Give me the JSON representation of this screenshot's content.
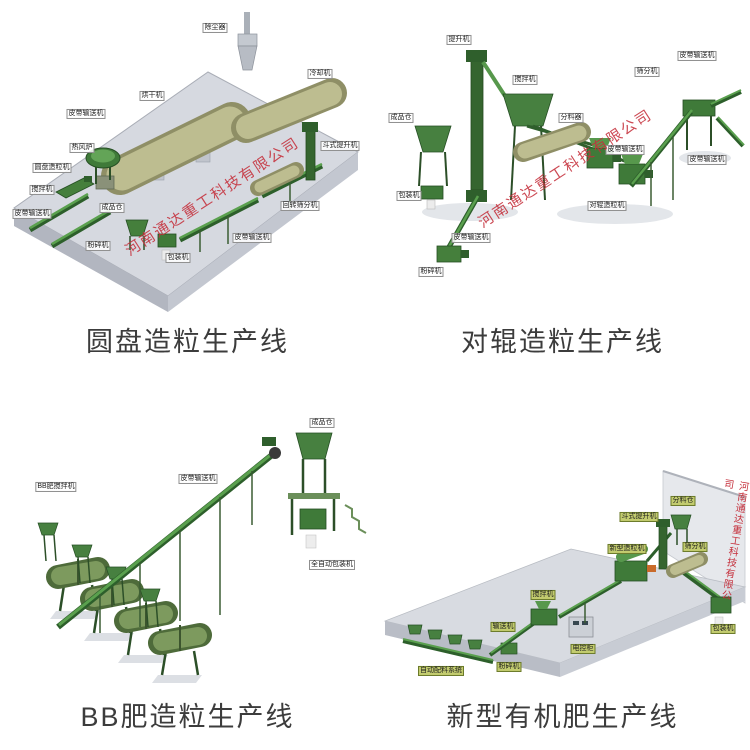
{
  "company_watermark": "河南通达重工科技有限公司",
  "panels": [
    {
      "caption": "圆盘造粒生产线",
      "labels": [
        "除尘器",
        "烘干机",
        "热风炉",
        "皮带输送机",
        "圆盘造粒机",
        "搅拌机",
        "皮带输送机",
        "粉碎机",
        "成品仓",
        "包装机",
        "冷却机",
        "回转筛分机",
        "斗式提升机",
        "皮带输送机"
      ]
    },
    {
      "caption": "对辊造粒生产线",
      "labels": [
        "成品仓",
        "提升机",
        "搅拌机",
        "对辊造粒机",
        "筛分机",
        "分料器",
        "皮带输送机",
        "皮带输送机",
        "粉碎机",
        "包装机",
        "皮带输送机",
        "皮带输送机"
      ]
    },
    {
      "caption": "BB肥造粒生产线",
      "labels": [
        "BB肥搅拌机",
        "皮带输送机",
        "成品仓",
        "全自动包装机"
      ]
    },
    {
      "caption": "新型有机肥生产线",
      "labels": [
        "分料仓",
        "输送机",
        "粉碎机",
        "搅拌机",
        "新型造粒机",
        "筛分机",
        "斗式提升机",
        "包装机",
        "自动配料系统",
        "电控柜"
      ]
    }
  ]
}
